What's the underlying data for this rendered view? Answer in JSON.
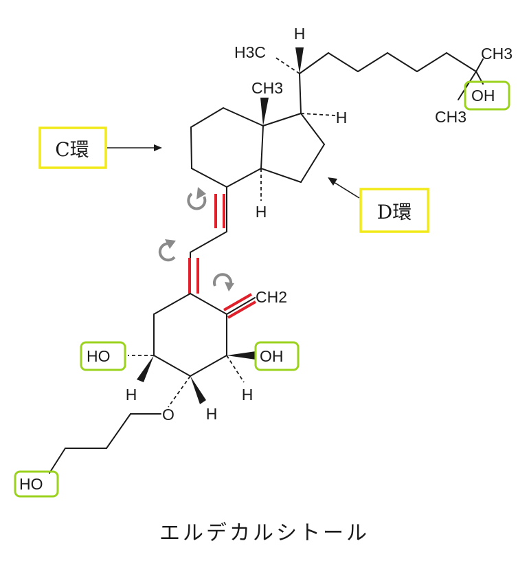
{
  "molecule": {
    "name": "エルデカルシトール",
    "atoms": {
      "h_top": "H",
      "h3c": "H3C",
      "ch3_right": "CH3",
      "ch3_ring": "CH3",
      "oh_side": "OH",
      "ch3_bottom": "CH3",
      "h_junction_right": "H",
      "h_junction_bottom": "H",
      "ch2": "CH2",
      "ho_left": "HO",
      "oh_right": "OH",
      "h_left": "H",
      "h_bottom": "H",
      "h_right": "H",
      "oxygen": "O",
      "ho_chain": "HO"
    }
  },
  "labels": {
    "ring_c": "C環",
    "ring_d": "D環"
  },
  "colors": {
    "double_bond": "#e0202a",
    "hydroxyl_highlight": "#9bd21e",
    "ring_label_highlight": "#f2ea18",
    "rotation_arrow": "#8a8a8a"
  }
}
